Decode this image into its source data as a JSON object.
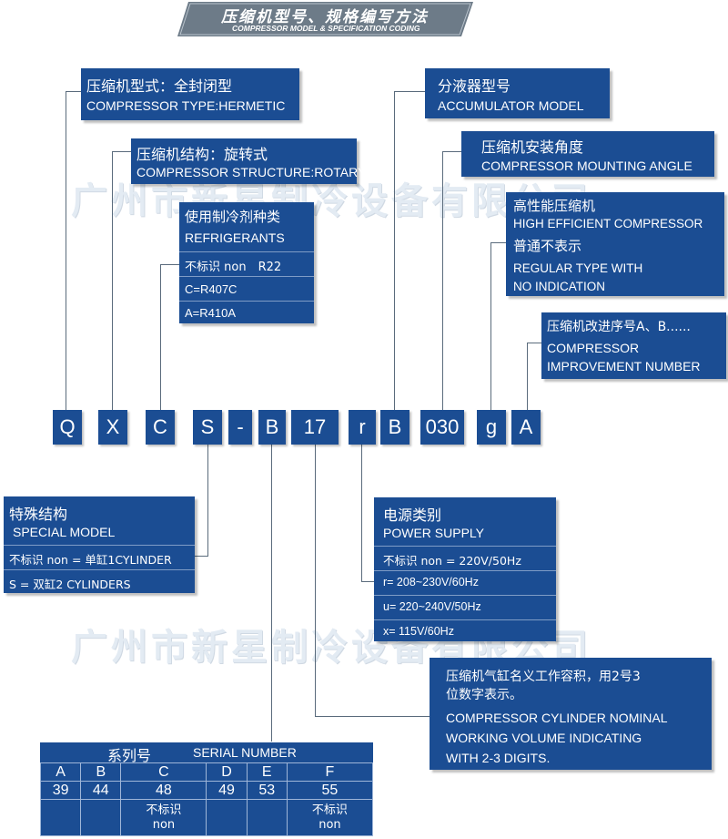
{
  "header": {
    "title_zh": "压缩机型号、规格编写方法",
    "title_en": "COMPRESSOR MODEL & SPECIFICATION CODING"
  },
  "watermark": "广州市新星制冷设备有限公司",
  "code_sequence": [
    "Q",
    "X",
    "C",
    "S",
    "-",
    "B",
    "17",
    "r",
    "B",
    "030",
    "g",
    "A"
  ],
  "boxes": {
    "type": {
      "zh": "压缩机型式：全封闭型",
      "en": "COMPRESSOR TYPE:HERMETIC"
    },
    "structure": {
      "zh": "压缩机结构：旋转式",
      "en": "COMPRESSOR STRUCTURE:ROTARY"
    },
    "refrigerant": {
      "zh": "使用制冷剂种类",
      "en": "REFRIGERANTS",
      "rows": [
        "不标识 non　R22",
        "C=R407C",
        "A=R410A"
      ]
    },
    "accumulator": {
      "zh": "分液器型号",
      "en": "ACCUMULATOR MODEL"
    },
    "mounting": {
      "zh": "压缩机安装角度",
      "en": "COMPRESSOR  MOUNTING ANGLE"
    },
    "efficiency": {
      "zh": "高性能压缩机",
      "en": "HIGH EFFICIENT COMPRESSOR",
      "zh2": "普通不表示",
      "en2a": "REGULAR TYPE WITH",
      "en2b": "NO INDICATION"
    },
    "improvement": {
      "zh": "压缩机改进序号A、B......",
      "en_a": "COMPRESSOR",
      "en_b": "IMPROVEMENT NUMBER"
    },
    "special": {
      "zh": "特殊结构",
      "en": "SPECIAL MODEL",
      "rows": [
        "不标识 non = 单缸1CYLINDER",
        "S = 双缸2 CYLINDERS"
      ]
    },
    "power": {
      "zh": "电源类别",
      "en": "POWER SUPPLY",
      "rows": [
        "不标识 non = 220V/50Hz",
        "r= 208~230V/60Hz",
        "u= 220~240V/50Hz",
        "x= 115V/60Hz"
      ]
    },
    "volume": {
      "zh_a": "压缩机气缸名义工作容积，用2号3",
      "zh_b": "位数字表示。",
      "en_a": "COMPRESSOR CYLINDER NOMINAL",
      "en_b": "WORKING VOLUME INDICATING",
      "en_c": "WITH 2-3 DIGITS."
    }
  },
  "serial": {
    "title_zh": "系列号",
    "title_en": "SERIAL NUMBER",
    "letters": [
      "A",
      "B",
      "C",
      "D",
      "E",
      "F"
    ],
    "values": [
      "39",
      "44",
      "48",
      "49",
      "53",
      "55"
    ],
    "notes": [
      "",
      "",
      "不标识\nnon",
      "",
      "",
      "不标识\nnon"
    ]
  },
  "colors": {
    "box_blue": "#1b4d93",
    "line": "#5a6b7c",
    "header_gray": "#6d7b88"
  }
}
